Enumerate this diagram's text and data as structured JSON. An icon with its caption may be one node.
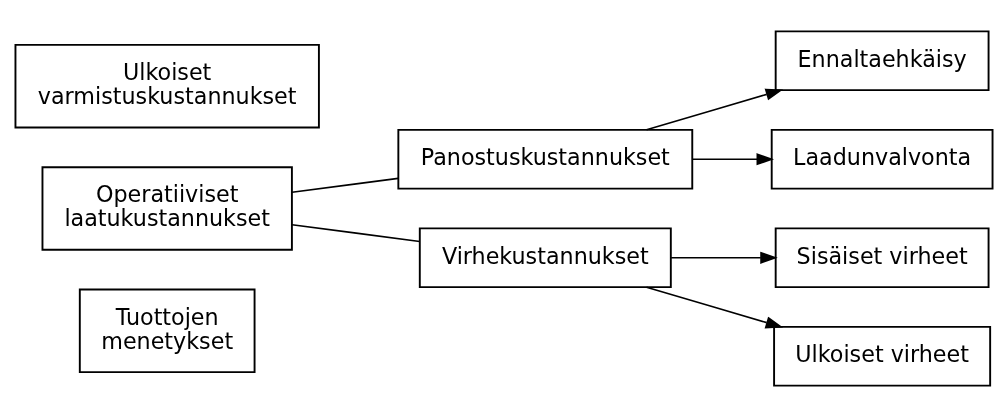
{
  "diagram": {
    "nodes": [
      {
        "text": [
          "Tuottojen menetykset"
        ]
      },
      {
        "text": [
          "Operatiiviset laatukustannukset"
        ]
      },
      {
        "text": [
          "Ulkoiset varmistuskustannukset"
        ]
      },
      {
        "text": [
          "Panostuskustannukset"
        ]
      },
      {
        "text": [
          "Virhekustannukset"
        ]
      },
      {
        "text": [
          "Ennaltaehkäisy"
        ]
      },
      {
        "text": [
          "Laadunvalvonta"
        ]
      },
      {
        "text": [
          "Sisäiset virheet"
        ]
      },
      {
        "text": [
          "Ulkoiset virheet"
        ]
      }
    ],
    "edges": [
      {
        "from": 1,
        "to": 3,
        "arrow": "none"
      },
      {
        "from": 1,
        "to": 4,
        "arrow": "none"
      },
      {
        "from": 3,
        "to": 5,
        "arrow": "to"
      },
      {
        "from": 3,
        "to": 6,
        "arrow": "to"
      },
      {
        "from": 4,
        "to": 7,
        "arrow": "to"
      },
      {
        "from": 4,
        "to": 8,
        "arrow": "to"
      }
    ]
  }
}
